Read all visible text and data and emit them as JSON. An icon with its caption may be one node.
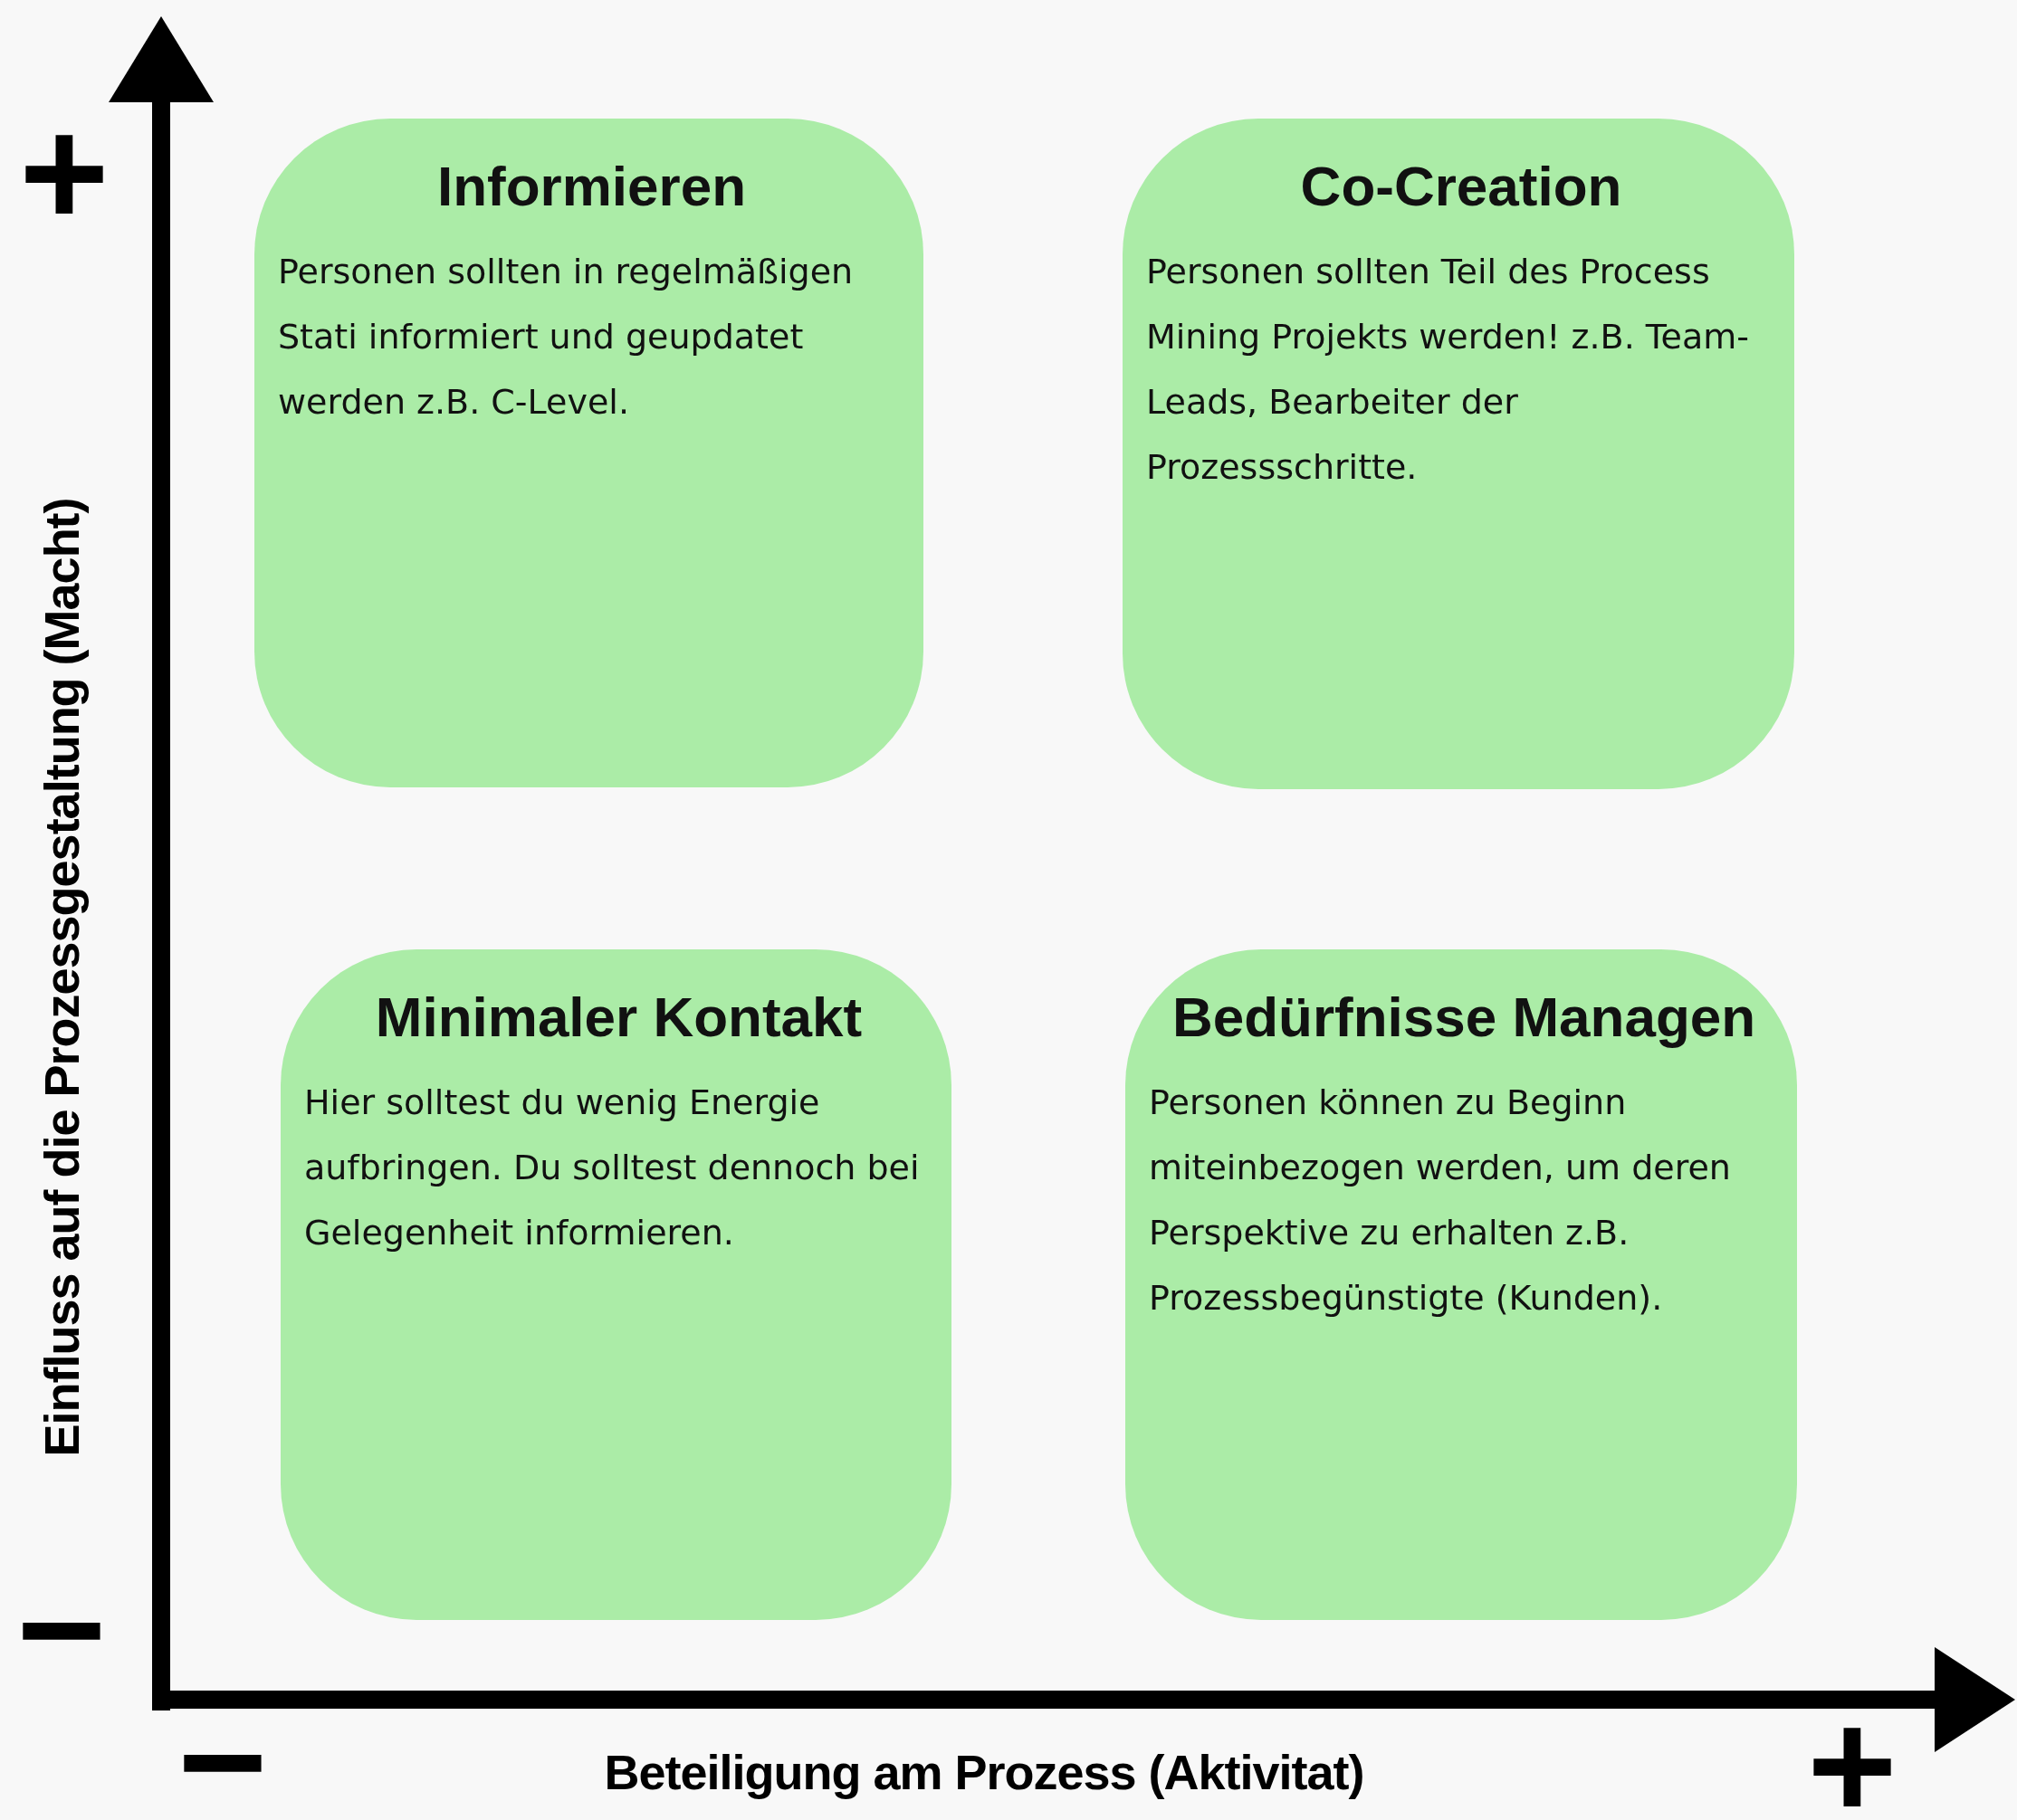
{
  "diagram": {
    "nodes": [
      {
        "text": [
          "Informieren",
          "Personen sollten in regelmäßigen Stati informiert und geupdatet werden z.B. C-Level."
        ]
      },
      {
        "text": [
          "Co-Creation",
          "Personen sollten Teil des Process Mining Projekts werden! z.B. Team-Leads, Bearbeiter der Prozessschritte."
        ]
      },
      {
        "text": [
          "Minimaler Kontakt",
          "Hier solltest du wenig Energie aufbringen. Du solltest dennoch bei Gelegenheit informieren."
        ]
      },
      {
        "text": [
          "Bedürfnisse Managen",
          "Personen können zu Beginn miteinbezogen werden, um deren Perspektive zu erhalten z.B. Prozessbegünstigte (Kunden)."
        ]
      }
    ],
    "edges": [],
    "labels": [
      "+",
      "Einfluss auf die Prozessgestaltung (Macht)",
      "−",
      "−",
      "Beteiligung am Prozess (Aktivitat)",
      "+"
    ]
  }
}
